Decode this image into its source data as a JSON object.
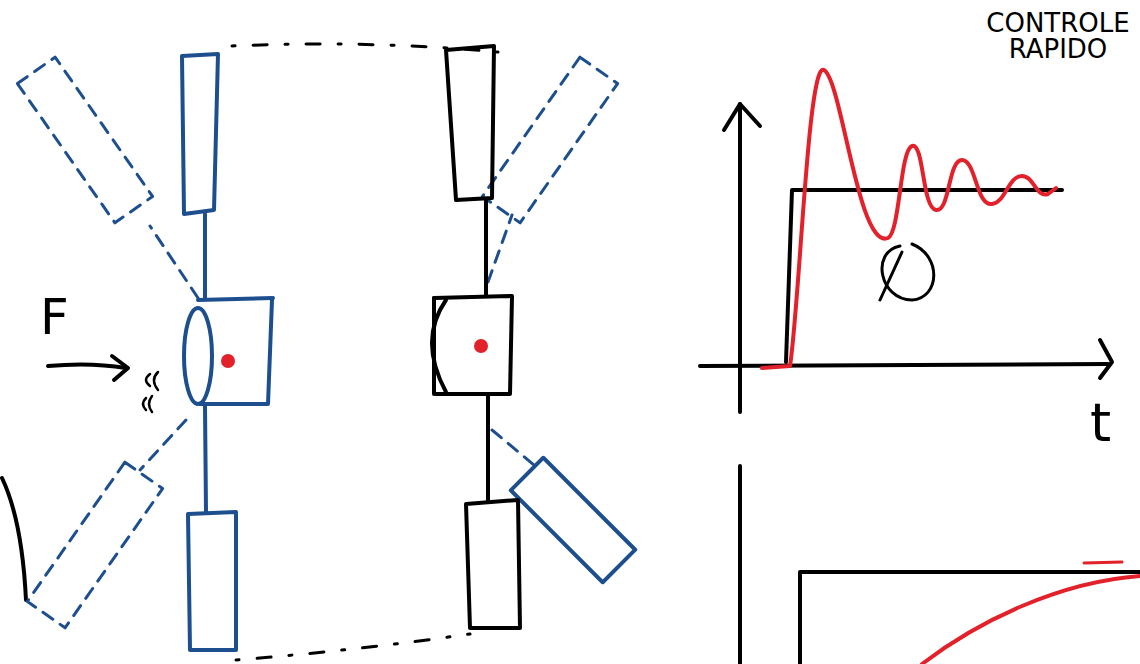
{
  "diagram": {
    "labels": [
      "CONTROLE RAPIDO",
      "F",
      "t"
    ]
  }
}
